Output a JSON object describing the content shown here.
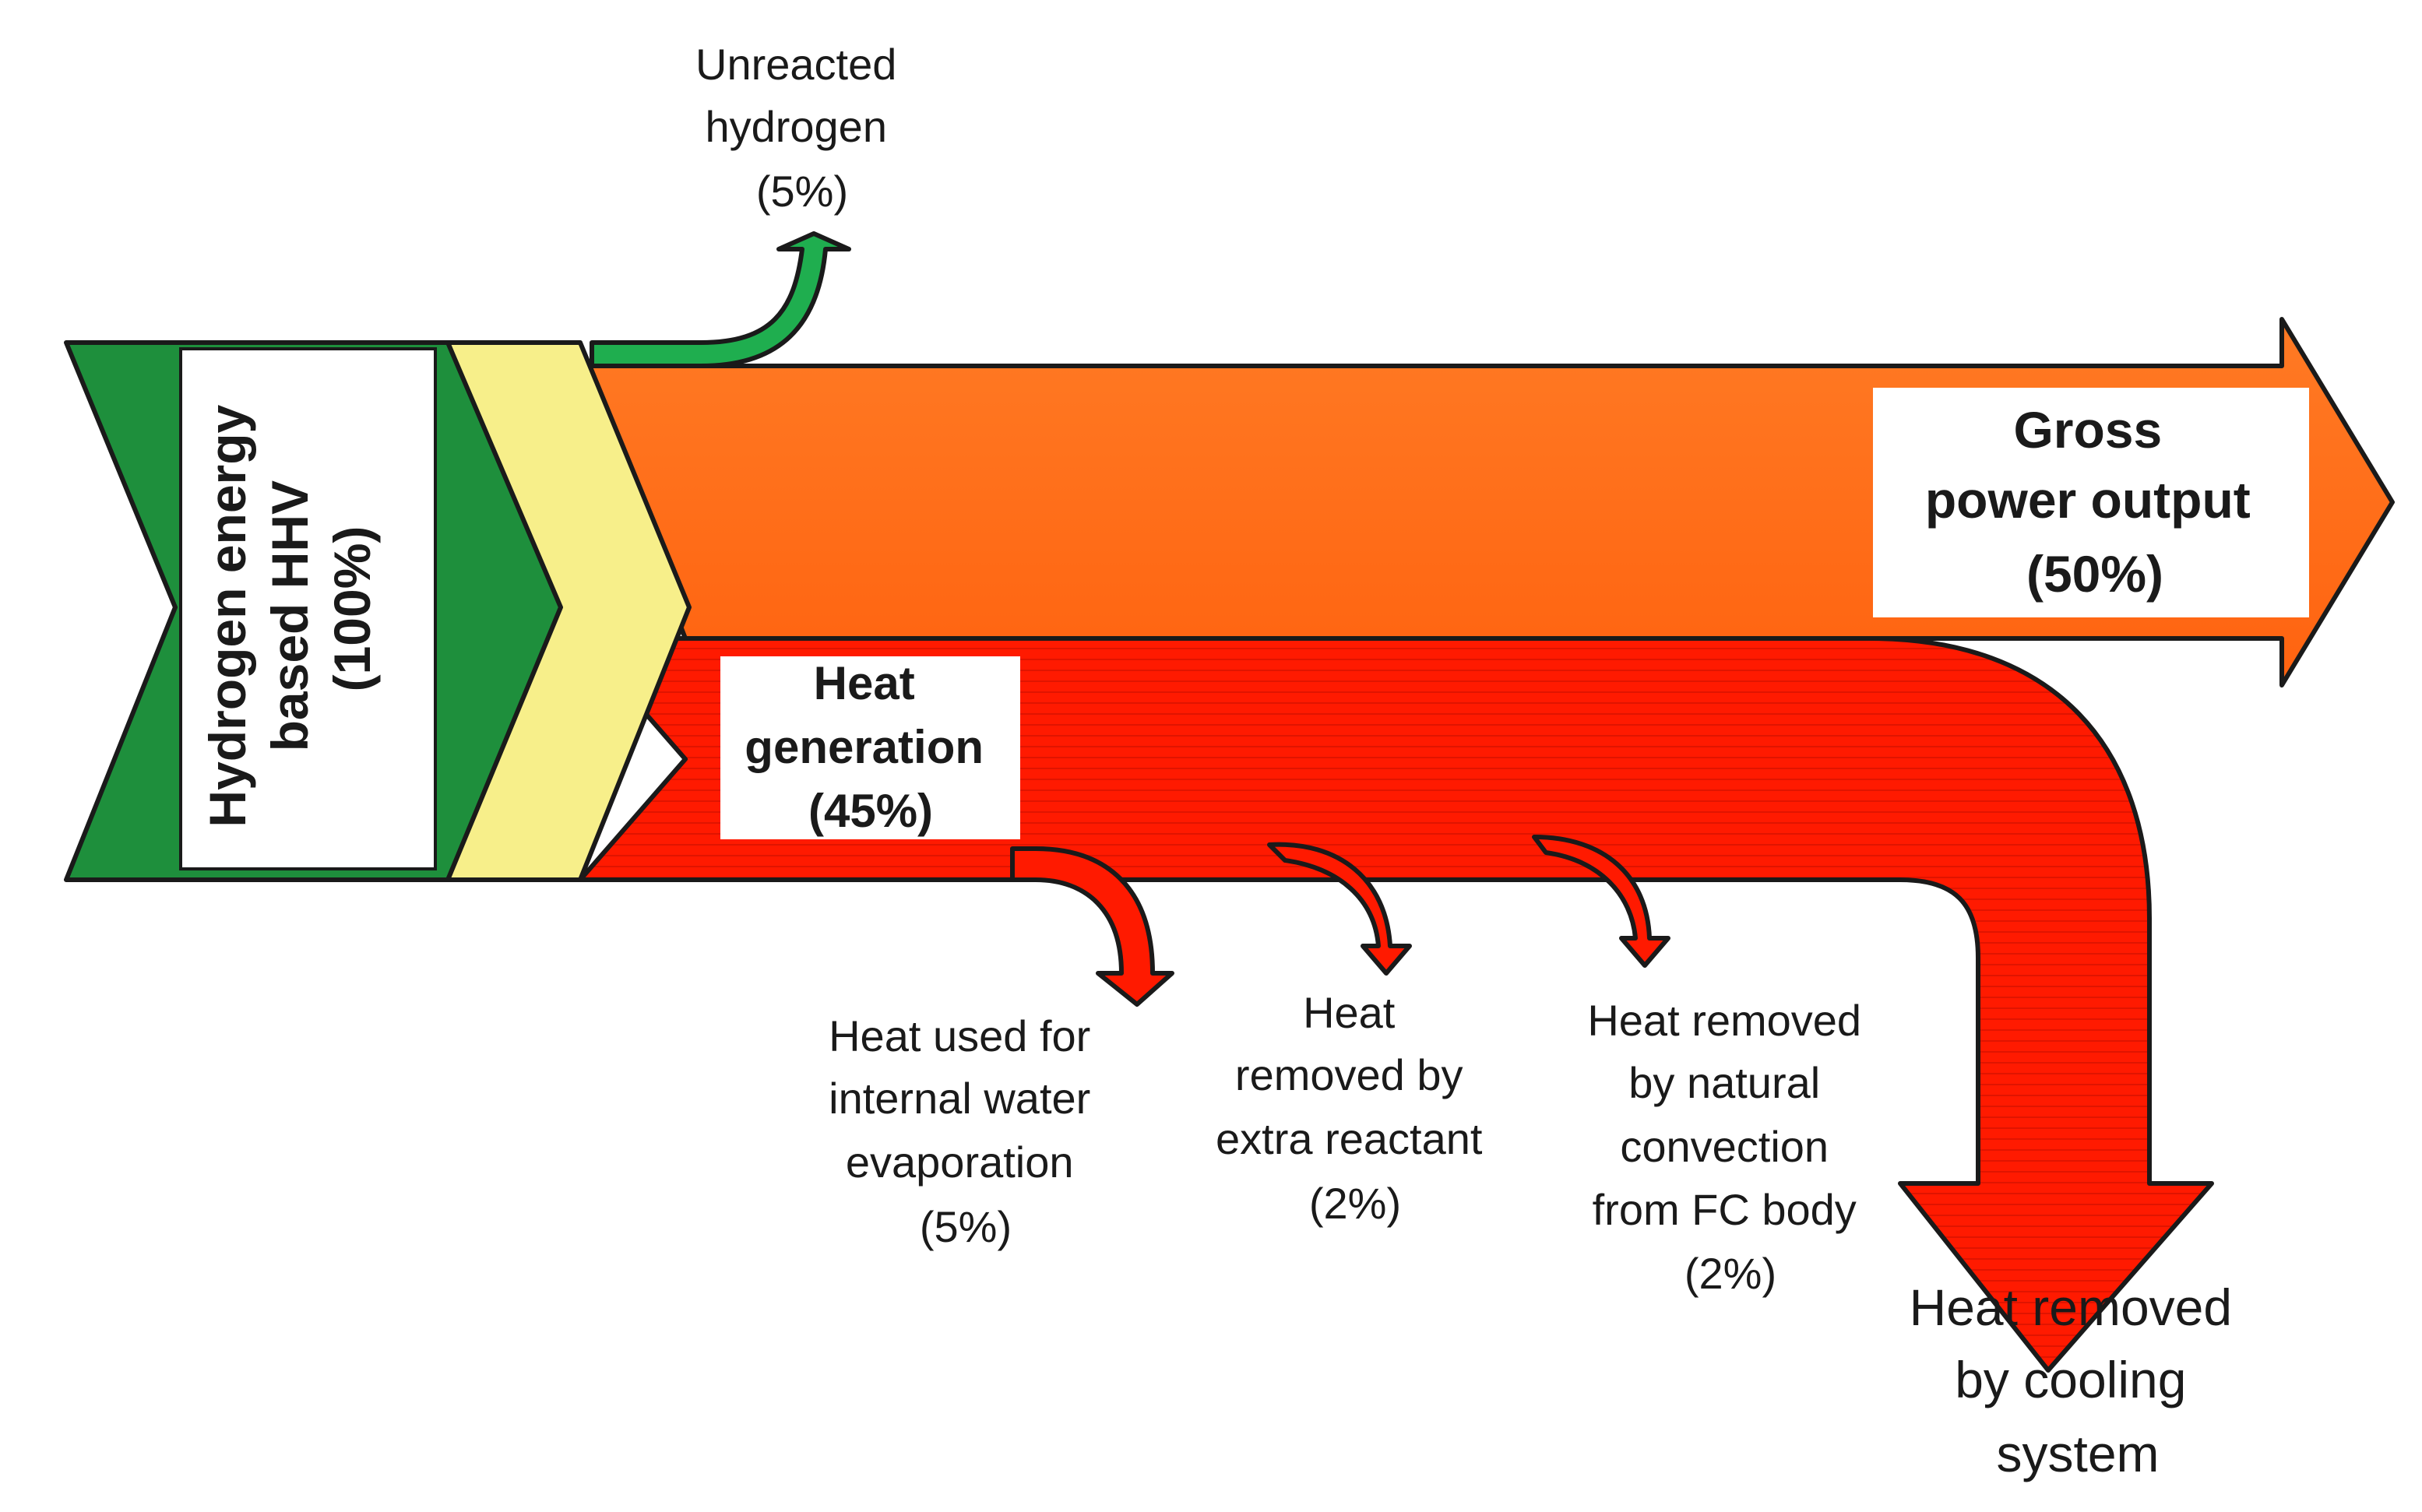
{
  "nodes": {
    "input": {
      "lines": [
        "Hydrogen energy",
        "based HHV",
        "(100%)"
      ]
    },
    "gross_power": {
      "lines": [
        "Gross",
        "power output",
        "(50%)"
      ]
    },
    "heat_generation": {
      "lines": [
        "Heat",
        "generation",
        "(45%)"
      ]
    },
    "unreacted_hydrogen": {
      "lines": [
        "Unreacted",
        "hydrogen",
        "(5%)"
      ]
    },
    "evaporation": {
      "lines": [
        "Heat used for",
        "internal water",
        "evaporation",
        "(5%)"
      ]
    },
    "extra_reactant": {
      "lines": [
        "Heat",
        "removed by",
        "extra reactant",
        "(2%)"
      ]
    },
    "natural_convection": {
      "lines": [
        "Heat removed",
        "by natural",
        "convection",
        "from FC body",
        "(2%)"
      ]
    },
    "cooling_system": {
      "lines": [
        "Heat removed",
        "by cooling",
        "system"
      ]
    }
  },
  "colors": {
    "input_green": "#1e8f3c",
    "yellow_band": "#f7ef8a",
    "orange_power": "#ff6f1a",
    "red_heat": "#ff1a00",
    "arrow_green": "#1fae4f"
  }
}
